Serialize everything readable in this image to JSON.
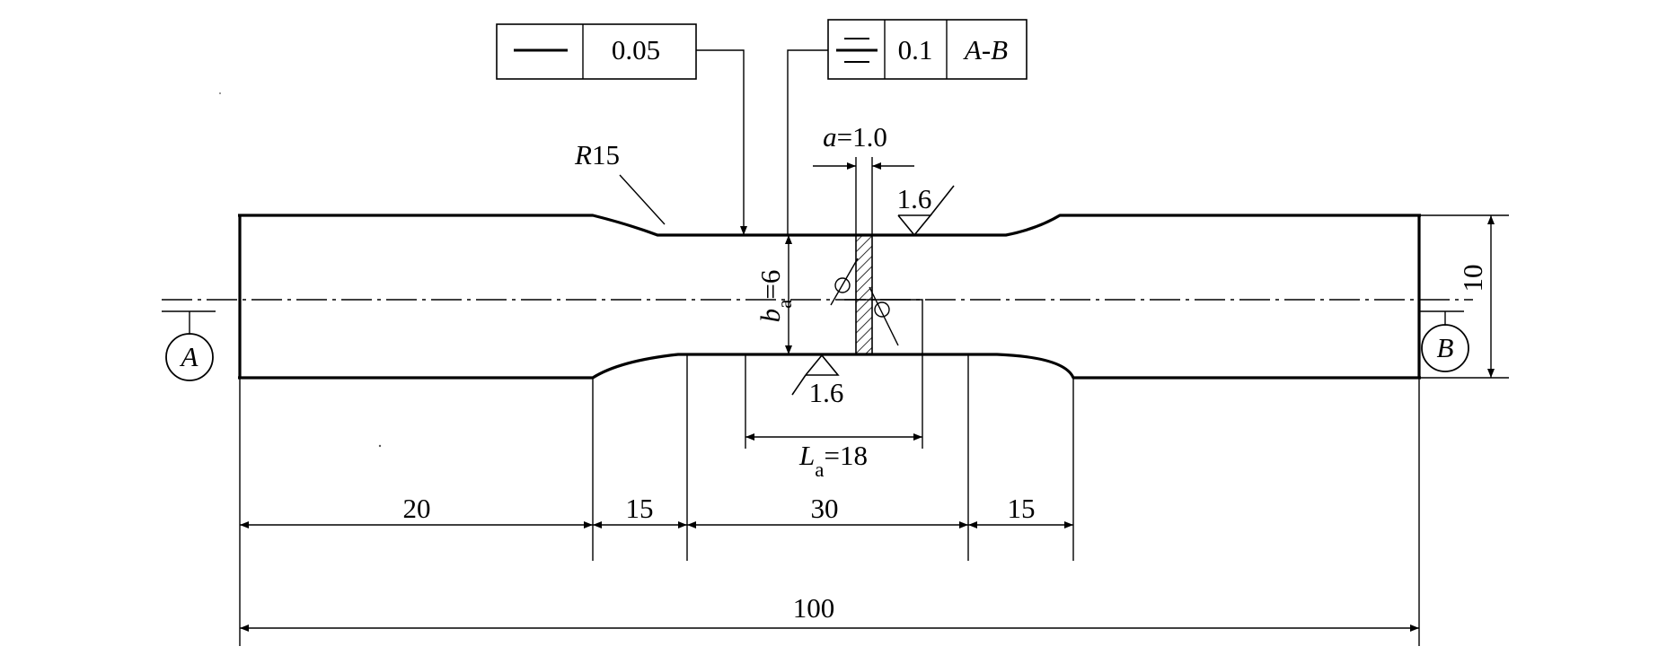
{
  "drawing": {
    "tolerance_flatness": {
      "symbol": "flatness-icon",
      "value": "0.05"
    },
    "tolerance_symmetry": {
      "symbol": "symmetry-icon",
      "value": "0.1",
      "datum": "A-B"
    },
    "datums": {
      "left": "A",
      "right": "B"
    },
    "labels": {
      "radius": "R15",
      "weld_gap": "a=1.0",
      "gauge_width": "b",
      "gauge_width_sub": "a",
      "gauge_width_value": "=6",
      "gauge_length": "L",
      "gauge_length_sub": "a",
      "gauge_length_value": "=18",
      "roughness_top": "1.6",
      "roughness_bottom": "1.6",
      "thickness": "10"
    },
    "dimensions": {
      "seg1": "20",
      "seg2": "15",
      "seg3": "30",
      "seg4": "15",
      "total": "100"
    }
  }
}
